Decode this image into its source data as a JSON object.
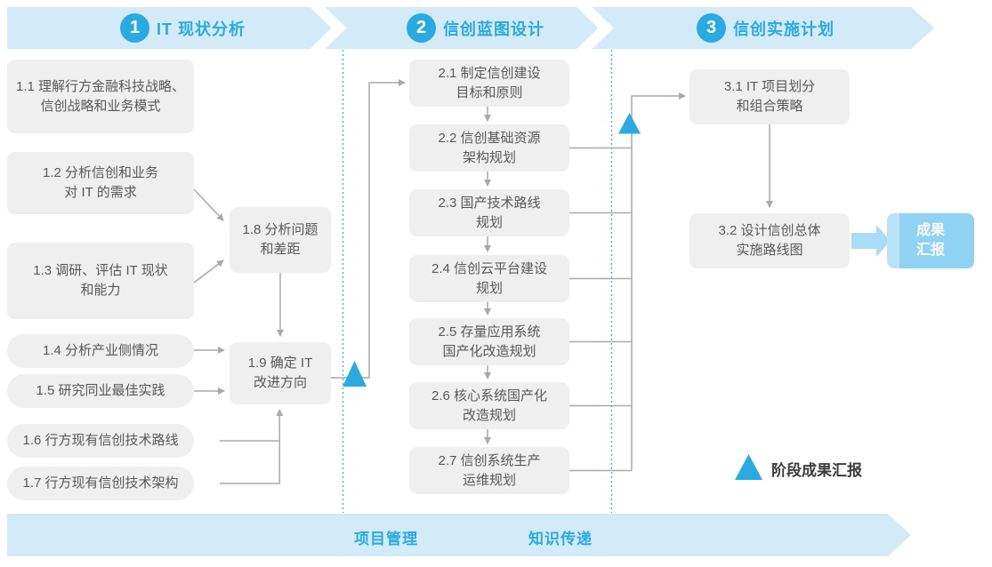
{
  "colors": {
    "accent_blue": "#29abe2",
    "band_blue": "#d3eaf8",
    "node_fill": "#efefef",
    "node_text": "#58595b",
    "connector_gray": "#a7a9ac",
    "result_fill": "#8fd2f1"
  },
  "header": {
    "phases": [
      {
        "number": "1",
        "title": "IT 现状分析"
      },
      {
        "number": "2",
        "title": "信创蓝图设计"
      },
      {
        "number": "3",
        "title": "信创实施计划"
      }
    ]
  },
  "steps": {
    "s1_1": "1.1 理解行方金融科技战略、\n信创战略和业务模式",
    "s1_2": "1.2 分析信创和业务\n对 IT 的需求",
    "s1_3": "1.3 调研、评估 IT 现状\n和能力",
    "s1_4": "1.4 分析产业侧情况",
    "s1_5": "1.5 研究同业最佳实践",
    "s1_6": "1.6 行方现有信创技术路线",
    "s1_7": "1.7 行方现有信创技术架构",
    "s1_8": "1.8 分析问题\n和差距",
    "s1_9": "1.9 确定 IT\n改进方向",
    "s2_1": "2.1 制定信创建设\n目标和原则",
    "s2_2": "2.2 信创基础资源\n架构规划",
    "s2_3": "2.3 国产技术路线\n规划",
    "s2_4": "2.4 信创云平台建设\n规划",
    "s2_5": "2.5 存量应用系统\n国产化改造规划",
    "s2_6": "2.6 核心系统国产化\n改造规划",
    "s2_7": "2.7 信创系统生产\n运维规划",
    "s3_1": "3.1 IT 项目划分\n和组合策略",
    "s3_2": "3.2 设计信创总体\n实施路线图"
  },
  "result_box": {
    "label": "成果\n汇报"
  },
  "legend": {
    "label": "阶段成果汇报"
  },
  "footer": {
    "labels": [
      "项目管理",
      "知识传递"
    ]
  }
}
